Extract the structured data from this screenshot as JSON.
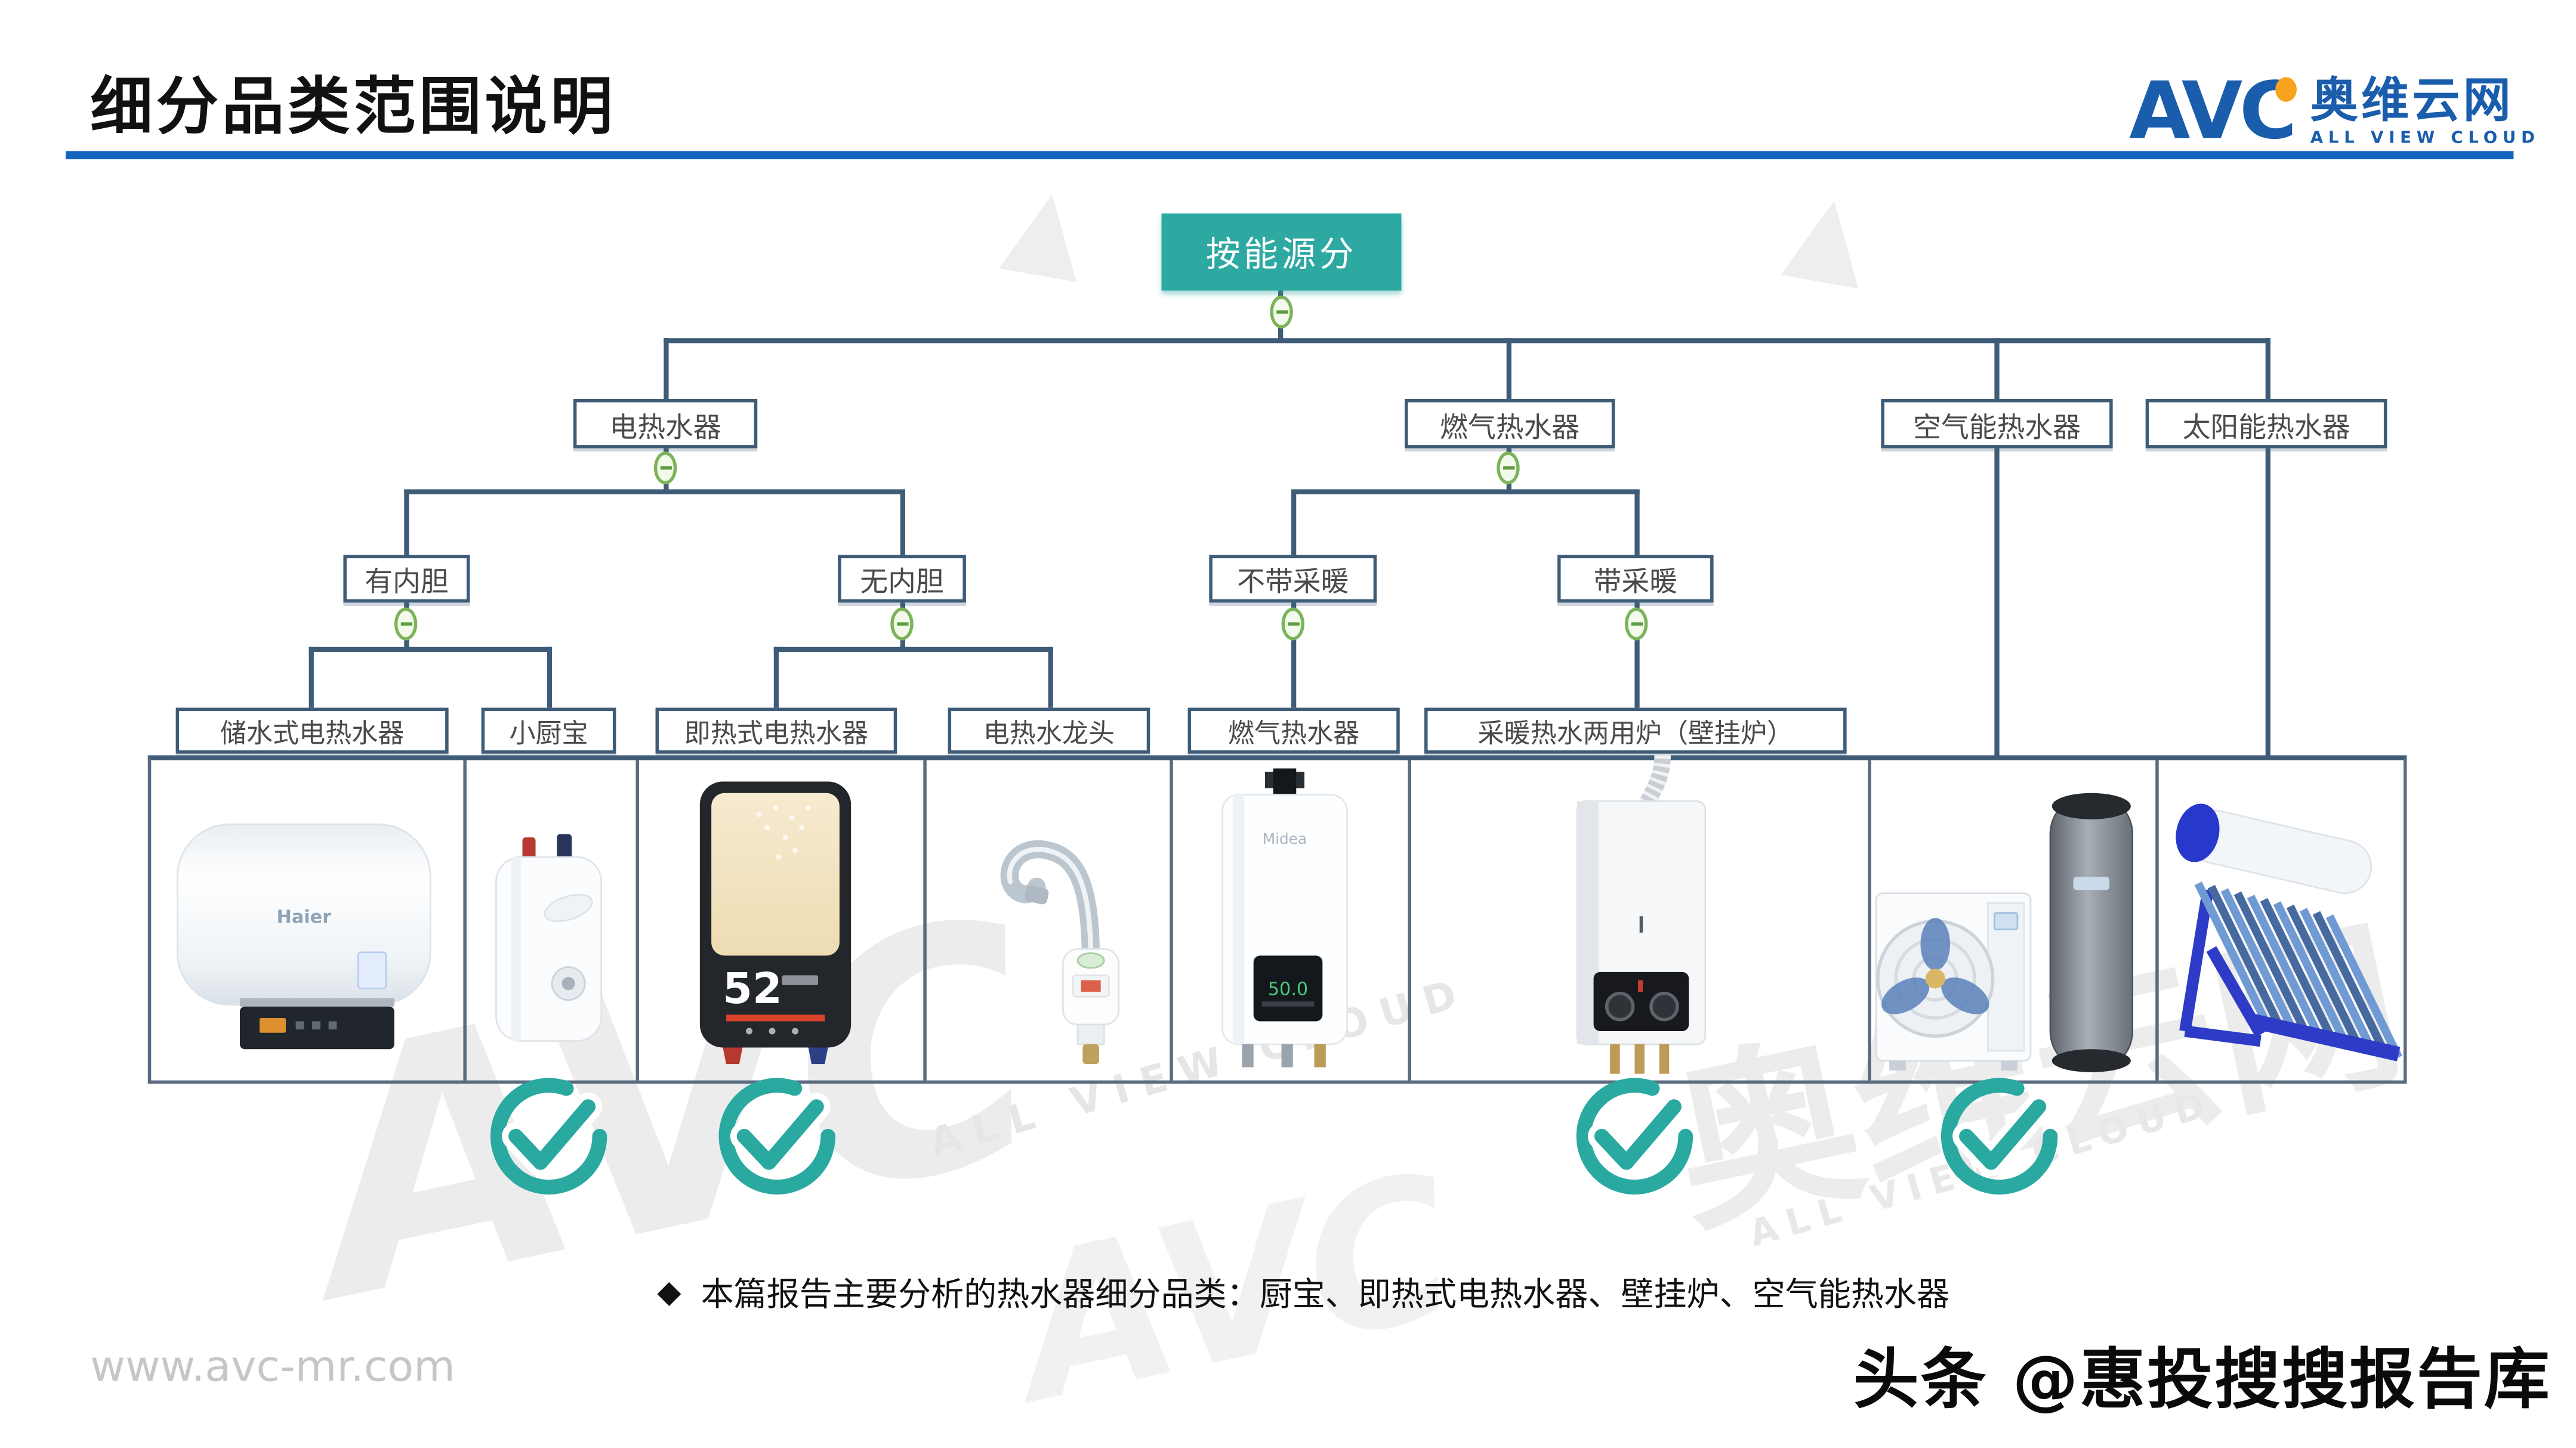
{
  "page": {
    "title": "细分品类范围说明",
    "note_bullet": "◆",
    "note": "本篇报告主要分析的热水器细分品类：厨宝、即热式电热水器、壁挂炉、空气能热水器",
    "footer_url": "www.avc-mr.com",
    "footer_watermark": "头条 @惠投搜搜报告库"
  },
  "logo": {
    "avc": "AVC",
    "name_cn": "奥维云网",
    "name_en": "ALL VIEW CLOUD"
  },
  "watermarks": {
    "avc": "AVC",
    "cn": "奥维云网",
    "en": "ALL VIEW CLOUD"
  },
  "tree": {
    "root": {
      "label": "按能源分",
      "children": [
        {
          "label": "电热水器",
          "children": [
            {
              "label": "有内胆",
              "children": [
                {
                  "label": "储水式电热水器"
                },
                {
                  "label": "小厨宝"
                }
              ]
            },
            {
              "label": "无内胆",
              "children": [
                {
                  "label": "即热式电热水器"
                },
                {
                  "label": "电热水龙头"
                }
              ]
            }
          ]
        },
        {
          "label": "燃气热水器",
          "children": [
            {
              "label": "不带采暖",
              "children": [
                {
                  "label": "燃气热水器"
                }
              ]
            },
            {
              "label": "带采暖",
              "children": [
                {
                  "label": "采暖热水两用炉（壁挂炉）"
                }
              ]
            }
          ]
        },
        {
          "label": "空气能热水器",
          "children": []
        },
        {
          "label": "太阳能热水器",
          "children": []
        }
      ]
    }
  },
  "gallery": {
    "cells": [
      {
        "category": "储水式电热水器",
        "selected": false,
        "brand_text": "Haier"
      },
      {
        "category": "小厨宝",
        "selected": true
      },
      {
        "category": "即热式电热水器",
        "selected": true,
        "display_text": "52"
      },
      {
        "category": "电热水龙头",
        "selected": false
      },
      {
        "category": "燃气热水器",
        "selected": false,
        "brand_text": "Midea",
        "display_text": "50.0"
      },
      {
        "category": "采暖热水两用炉（壁挂炉）",
        "selected": true
      },
      {
        "category": "空气能热水器",
        "selected": true
      },
      {
        "category": "太阳能热水器",
        "selected": false
      }
    ]
  },
  "colors": {
    "rule-blue": "#1565c0",
    "logo-blue": "#1a5dad",
    "logo-orange": "#f6a41d",
    "node-teal": "#2ea9a2",
    "node-border": "#3e5c77",
    "line": "#3e5c77",
    "node-text": "#4a4a4a",
    "toggle-border": "#7cb35b",
    "toggle-fill": "#f3faec",
    "toggle-minus": "#5d9c3c",
    "check-teal": "#2aa9a1",
    "grid-border": "#5a6b80",
    "watermark-gray": "#ececec"
  }
}
